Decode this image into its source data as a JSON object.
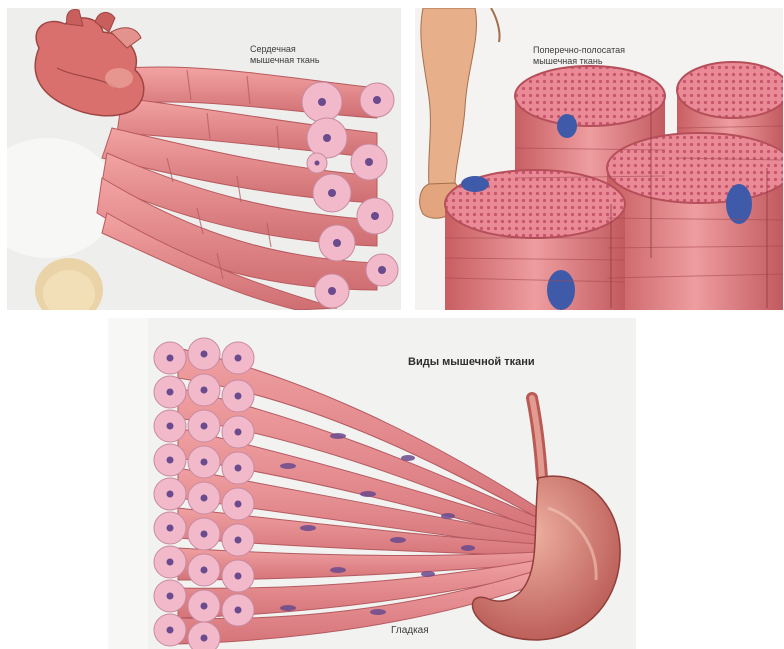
{
  "panels": {
    "cardiac": {
      "label_line1": "Сердечная",
      "label_line2": "мышечная ткань",
      "organ_icon": "heart-icon"
    },
    "skeletal": {
      "label_line1": "Поперечно-полосатая",
      "label_line2": "мышечная ткань",
      "organ_icon": "arm-icon"
    },
    "smooth": {
      "title": "Виды мышечной ткани",
      "label": "Гладкая",
      "organ_icon": "stomach-icon"
    }
  },
  "colors": {
    "fiber": "#e9878a",
    "fiber_dark": "#c96a6d",
    "cell_face": "#f2b9cb",
    "nucleus": "#6b4a8e",
    "skeletal_nucleus": "#3f5aa8",
    "organ": "#d97c79"
  }
}
